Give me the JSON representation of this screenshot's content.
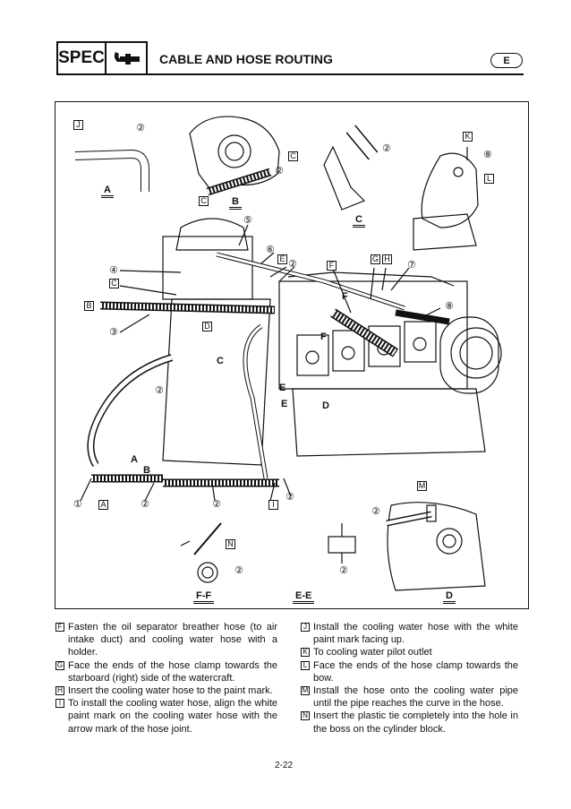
{
  "header": {
    "spec_label": "SPEC",
    "spec_icon": "wrench-icon",
    "title": "CABLE AND HOSE ROUTING",
    "language_badge": "E"
  },
  "figure": {
    "views": {
      "A": "A",
      "B": "B",
      "C": "C",
      "D": "D",
      "E_E": "E-E",
      "F_F": "F-F"
    },
    "square_labels": {
      "J": "J",
      "K": "K",
      "L": "L",
      "C_top": "C",
      "C_mid": "C",
      "C_left": "C",
      "B_left": "B",
      "D": "D",
      "E": "E",
      "F": "F",
      "G": "G",
      "H": "H",
      "A": "A",
      "I": "I",
      "M": "M",
      "N": "N"
    },
    "numbers": {
      "n1": "①",
      "n2": "②",
      "n3": "③",
      "n4": "④",
      "n5": "⑤",
      "n6": "⑥",
      "n7": "⑦",
      "n8": "⑧"
    },
    "inline": {
      "F": "F",
      "A_arrow": "A",
      "B_arrow": "B",
      "C_arrow": "C",
      "D_arrow": "D",
      "E_arrow1": "E",
      "E_arrow2": "E",
      "F2": "F"
    }
  },
  "notes": {
    "left": [
      {
        "key": "F",
        "text": "Fasten the oil separator breather hose (to air intake duct) and cooling water hose with a holder."
      },
      {
        "key": "G",
        "text": "Face the ends of the hose clamp towards the starboard (right) side of the watercraft."
      },
      {
        "key": "H",
        "text": "Insert the cooling water hose to the paint mark."
      },
      {
        "key": "I",
        "text": "To install the cooling water hose, align the white paint mark on the cooling water hose with the arrow mark of the hose joint."
      }
    ],
    "right": [
      {
        "key": "J",
        "text": "Install the cooling water hose with the white paint mark facing up."
      },
      {
        "key": "K",
        "text": "To cooling water pilot outlet"
      },
      {
        "key": "L",
        "text": "Face the ends of the hose clamp towards the bow."
      },
      {
        "key": "M",
        "text": "Install the hose onto the cooling water pipe until the pipe reaches the curve in the hose."
      },
      {
        "key": "N",
        "text": "Insert the plastic tie completely into the hole in the boss on the cylinder block."
      }
    ]
  },
  "footer": {
    "page_number": "2-22"
  }
}
